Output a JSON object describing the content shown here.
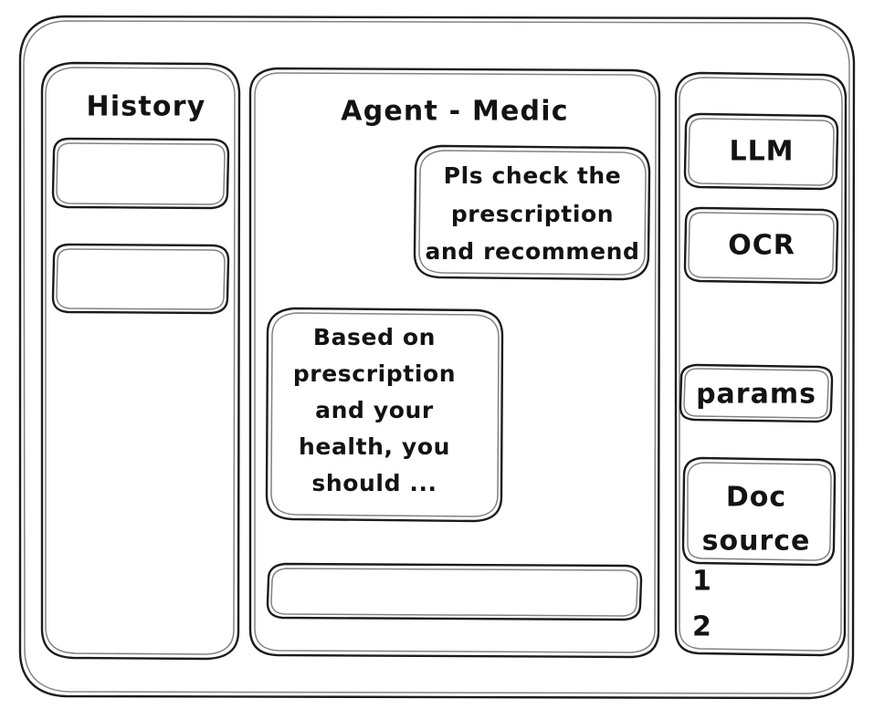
{
  "window": {
    "name": "app-window-frame",
    "style": "hand-drawn-wireframe"
  },
  "sidebar_left": {
    "title": "History",
    "items": [
      {
        "label": "",
        "name": "history-item-1"
      },
      {
        "label": "",
        "name": "history-item-2"
      }
    ]
  },
  "main": {
    "title": "Agent - Medic",
    "messages": [
      {
        "role": "user",
        "text": "Pls check the prescription and recommend",
        "lines": [
          "Pls check the",
          "prescription",
          "and recommend"
        ]
      },
      {
        "role": "agent",
        "text": "Based on prescription and your health, you should ...",
        "lines": [
          "Based on",
          "prescription",
          "and your",
          "health, you",
          "should ..."
        ]
      }
    ],
    "composer": {
      "value": "",
      "placeholder": ""
    }
  },
  "sidebar_right": {
    "cards": [
      {
        "label": "LLM",
        "name": "llm-card"
      },
      {
        "label": "OCR",
        "name": "ocr-card"
      },
      {
        "label": "params",
        "name": "params-card"
      },
      {
        "label": "Doc source",
        "lines": [
          "Doc",
          "source"
        ],
        "name": "doc-source-card"
      }
    ],
    "doc_list": [
      {
        "label": "1"
      },
      {
        "label": "2"
      }
    ]
  },
  "colors": {
    "stroke": "#1b1b1b",
    "background": "#ffffff",
    "text": "#131313"
  }
}
